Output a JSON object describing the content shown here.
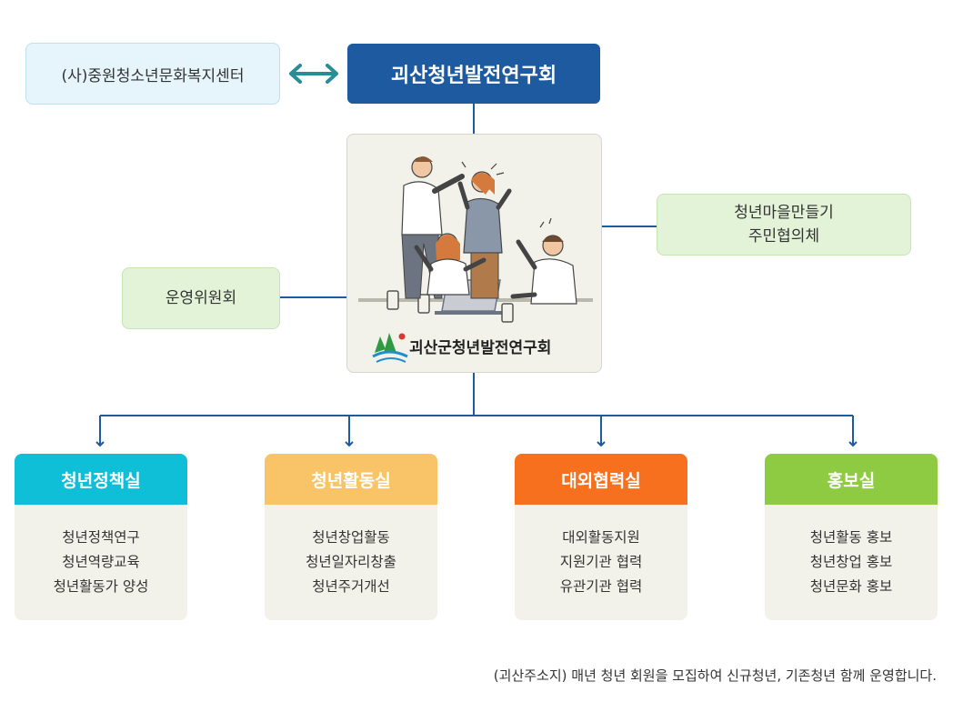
{
  "partner": {
    "label": "(사)중원청소년문화복지센터"
  },
  "main": {
    "title": "괴산청년발전연구회"
  },
  "center": {
    "logo_text": "괴산군청년발전연구회"
  },
  "committee": {
    "label": "운영위원회"
  },
  "village": {
    "line1": "청년마을만들기",
    "line2": "주민협의체"
  },
  "departments": [
    {
      "name": "청년정책실",
      "color": "#0fbfd8",
      "items": [
        "청년정책연구",
        "청년역량교육",
        "청년활동가 양성"
      ]
    },
    {
      "name": "청년활동실",
      "color": "#f9c468",
      "items": [
        "청년창업활동",
        "청년일자리창출",
        "청년주거개선"
      ]
    },
    {
      "name": "대외협력실",
      "color": "#f7701d",
      "items": [
        "대외활동지원",
        "지원기관 협력",
        "유관기관 협력"
      ]
    },
    {
      "name": "홍보실",
      "color": "#8fcb42",
      "items": [
        "청년활동 홍보",
        "청년창업 홍보",
        "청년문화 홍보"
      ]
    }
  ],
  "caption": "(괴산주소지) 매년 청년 회원을 모집하여 신규청년, 기존청년 함께 운영합니다."
}
